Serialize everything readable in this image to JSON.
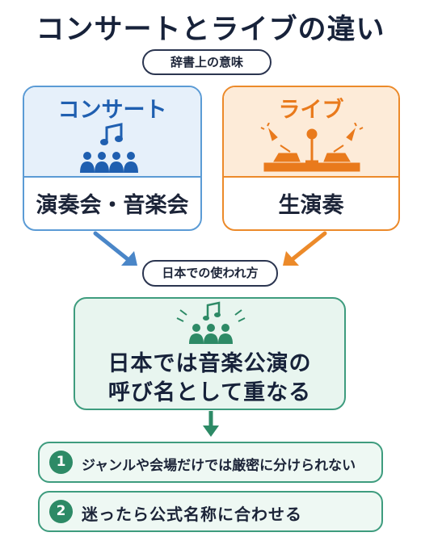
{
  "title": "コンサートとライブの違い",
  "dictionary_label": "辞書上の意味",
  "concert": {
    "heading": "コンサート",
    "meaning": "演奏会・音楽会",
    "icon": "audience-music-note-icon",
    "color": "#1f5fb0"
  },
  "live": {
    "heading": "ライブ",
    "meaning": "生演奏",
    "icon": "stage-spotlight-microphone-icon",
    "color": "#e97a1c"
  },
  "japan_usage_label": "日本での使われ方",
  "usage": {
    "icon": "audience-music-note-icon",
    "line1": "日本では音楽公演の",
    "line2": "呼び名として重なる",
    "color": "#2d8a66"
  },
  "notes": [
    {
      "number": "1",
      "text": "ジャンルや会場だけでは厳密に分けられない"
    },
    {
      "number": "2",
      "text": "迷ったら公式名称に合わせる"
    }
  ]
}
